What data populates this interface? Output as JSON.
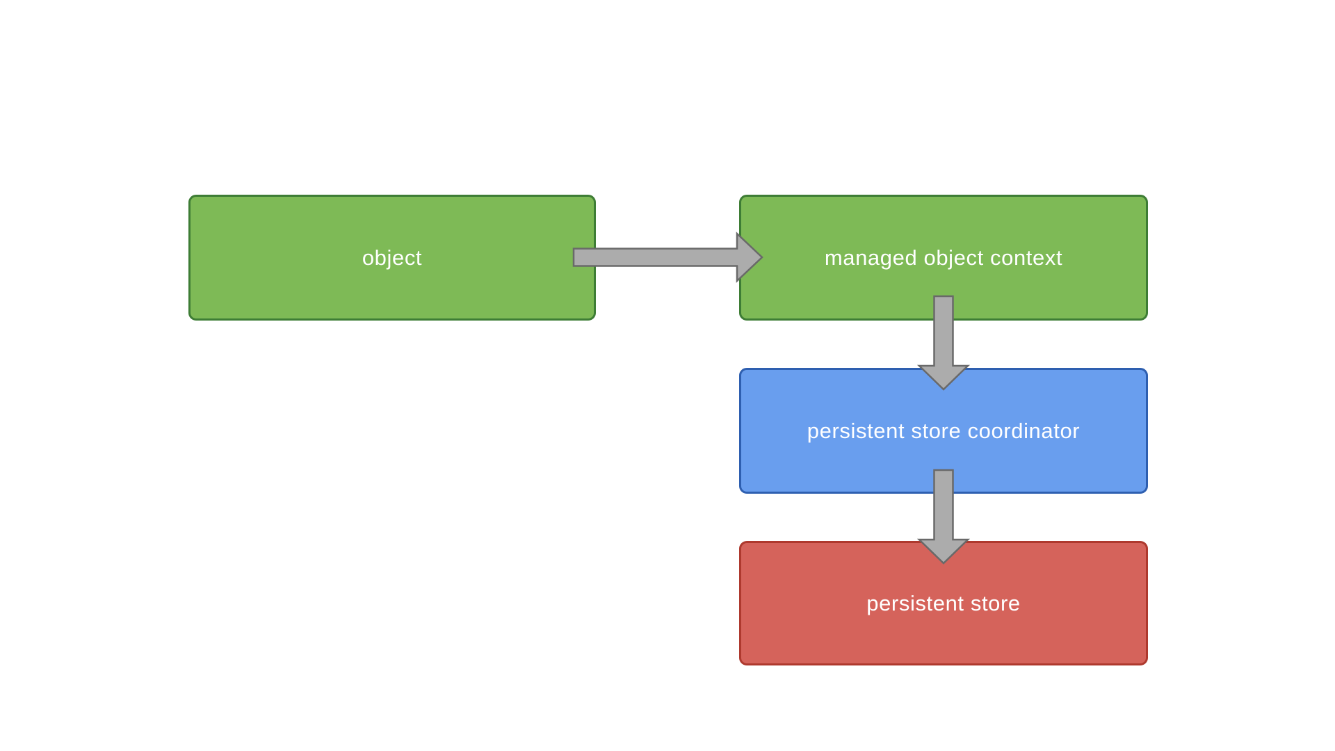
{
  "page": {
    "background": "#FFFFFF"
  },
  "diagram": {
    "type": "flow-diagram",
    "nodes": [
      {
        "id": "object",
        "label": "object",
        "fill": "#7EBA56",
        "border": "#3E7D35",
        "text_color": "#FFFFFF"
      },
      {
        "id": "managed-object-context",
        "label": "managed object context",
        "fill": "#7EBA56",
        "border": "#3E7D35",
        "text_color": "#FFFFFF"
      },
      {
        "id": "persistent-store-coordinator",
        "label": "persistent store coordinator",
        "fill": "#699EEE",
        "border": "#2E5FB0",
        "text_color": "#FFFFFF"
      },
      {
        "id": "persistent-store",
        "label": "persistent store",
        "fill": "#D5635B",
        "border": "#AE392E",
        "text_color": "#FFFFFF"
      }
    ],
    "edges": [
      {
        "from": "object",
        "to": "managed-object-context",
        "direction": "right"
      },
      {
        "from": "managed-object-context",
        "to": "persistent-store-coordinator",
        "direction": "down"
      },
      {
        "from": "persistent-store-coordinator",
        "to": "persistent-store",
        "direction": "down"
      }
    ],
    "arrow_style": {
      "fill": "#ACACAC",
      "stroke": "#696969"
    }
  }
}
